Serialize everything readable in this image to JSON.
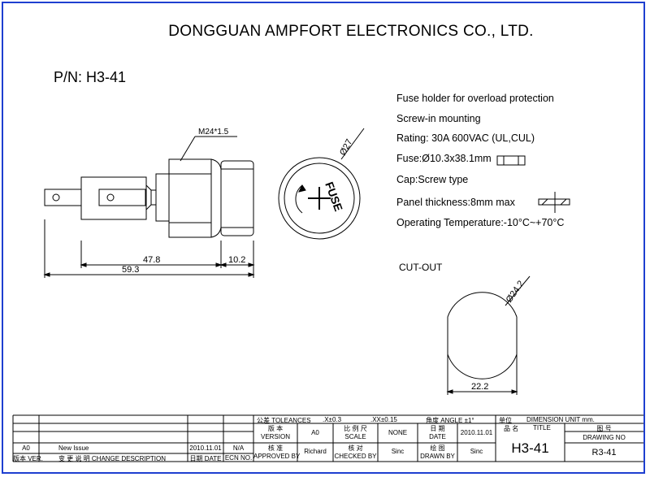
{
  "company": "DONGGUAN AMPFORT ELECTRONICS CO., LTD.",
  "part_number": "P/N: H3-41",
  "specs": [
    "Fuse holder for overload protection",
    "Screw-in mounting",
    "Rating: 30A 600VAC (UL,CUL)",
    "Fuse:Ø10.3x38.1mm",
    "Cap:Screw type",
    "Panel thickness:8mm max",
    "Operating Temperature:-10°C~+70°C"
  ],
  "drawing": {
    "thread_label": "M24*1.5",
    "dim_47": "47.8",
    "dim_10": "10.2",
    "dim_59": "59.3",
    "dia_27": "Ø27",
    "cap_text": "FUSE",
    "cutout_label": "CUT-OUT",
    "dia_24": "Ø24.2",
    "dim_22": "22.2"
  },
  "title_block": {
    "tolerance_label": "公差 TOLEANCES",
    "tol_x": ".X±0.3",
    "tol_xx": ".XX±0.15",
    "angle": "角度 ANGLE    ±1°",
    "unit_cn": "单位",
    "unit_label": "DIMENSION UNIT    mm.",
    "version_cn": "版 本",
    "version_label": "VERSION",
    "version_value": "A0",
    "scale_cn": "比 例 尺",
    "scale_label": "SCALE",
    "scale_value": "NONE",
    "date_cn": "日 期",
    "date_label": "DATE",
    "date_value": "2010.11.01",
    "title_cn": "品 名",
    "title_label": "TITLE",
    "title_value": "H3-41",
    "drawing_no_cn": "图 号",
    "drawing_no_label": "DRAWING NO",
    "drawing_no_value": "R3-41",
    "approved_cn": "核 准",
    "approved_label": "APPROVED BY",
    "approved_value": "Richard",
    "checked_cn": "核 对",
    "checked_label": "CHECKED BY",
    "checked_value": "Sinc",
    "drawn_cn": "绘 图",
    "drawn_label": "DRAWN BY",
    "drawn_value": "Sinc",
    "rev_ver": "A0",
    "rev_desc": "New Issue",
    "rev_date": "2010.11.01",
    "rev_ecn": "N/A",
    "h_ver": "版本 VER.",
    "h_desc": "变 更 说 明   CHANGE DESCRIPTION",
    "h_date": "日期 DATE",
    "h_ecn": "ECN NO."
  }
}
